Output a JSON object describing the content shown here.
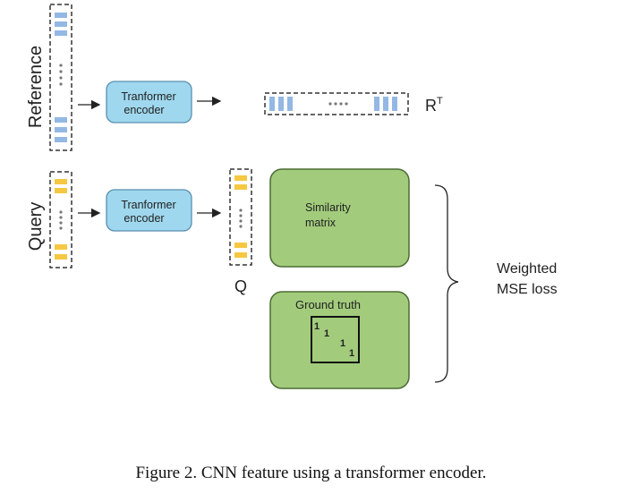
{
  "labels": {
    "reference": "Reference",
    "query": "Query",
    "encoder_reference": [
      "Tranformer",
      "encoder"
    ],
    "encoder_query": [
      "Tranformer",
      "encoder"
    ],
    "r_transpose_base": "R",
    "r_transpose_sup": "T",
    "q_label": "Q",
    "similarity": [
      "Similarity",
      "matrix"
    ],
    "ground_truth": "Ground truth",
    "matrix_entries": [
      "1",
      "1",
      "1",
      "1"
    ],
    "loss": [
      "Weighted",
      "MSE loss"
    ]
  },
  "caption": "Figure 2. CNN feature using a transformer encoder.",
  "colors": {
    "reference_bar": "#93b8e3",
    "query_bar": "#f5c842",
    "encoder_fill": "#9fd8ee",
    "encoder_stroke": "#5a8fb0",
    "green_fill": "#a2cc7c",
    "green_stroke": "#4a6b33",
    "dots": "#777777"
  }
}
